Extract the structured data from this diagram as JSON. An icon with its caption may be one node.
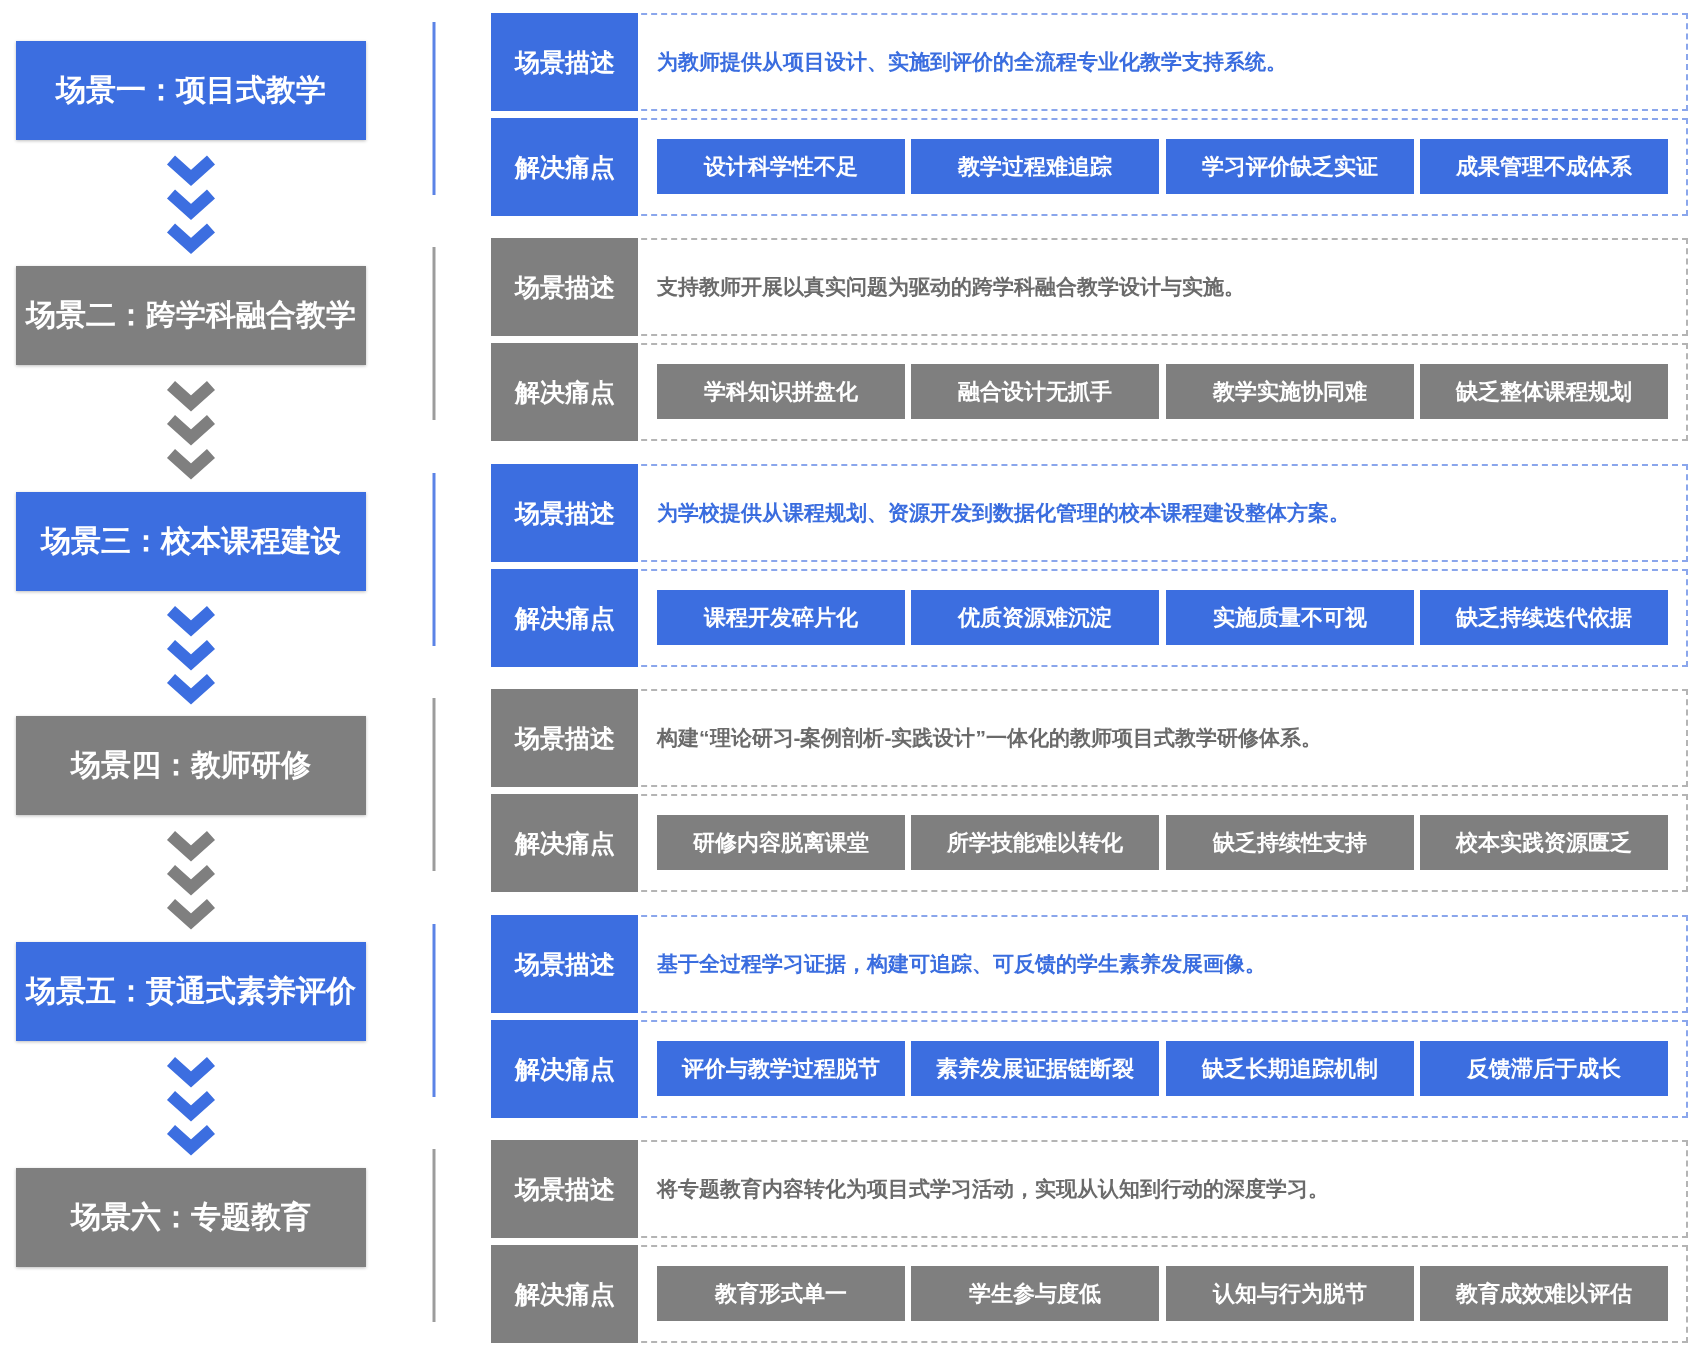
{
  "diagram": {
    "nodes": [
      {
        "text": [
          "场景一：项目式教学"
        ]
      },
      {
        "text": [
          "场景二：跨学科融合教学"
        ]
      },
      {
        "text": [
          "场景三：校本课程建设"
        ]
      },
      {
        "text": [
          "场景四：教师研修"
        ]
      },
      {
        "text": [
          "场景五：贯通式素养评价"
        ]
      },
      {
        "text": [
          "场景六：专题教育"
        ]
      },
      {
        "text": [
          "场景描述",
          "为教师提供从项目设计、实施到评价的全流程专业化教学支持系统。"
        ]
      },
      {
        "text": [
          "解决痛点"
        ]
      },
      {
        "text": [
          "设计科学性不足"
        ],
        "in": 7
      },
      {
        "text": [
          "教学过程难追踪"
        ],
        "in": 7
      },
      {
        "text": [
          "学习评价缺乏实证"
        ],
        "in": 7
      },
      {
        "text": [
          "成果管理不成体系"
        ],
        "in": 7
      },
      {
        "text": [
          "场景描述",
          "支持教师开展以真实问题为驱动的跨学科融合教学设计与实施。"
        ]
      },
      {
        "text": [
          "解决痛点"
        ]
      },
      {
        "text": [
          "学科知识拼盘化"
        ],
        "in": 13
      },
      {
        "text": [
          "融合设计无抓手"
        ],
        "in": 13
      },
      {
        "text": [
          "教学实施协同难"
        ],
        "in": 13
      },
      {
        "text": [
          "缺乏整体课程规划"
        ],
        "in": 13
      },
      {
        "text": [
          "场景描述",
          "为学校提供从课程规划、资源开发到数据化管理的校本课程建设整体方案。"
        ]
      },
      {
        "text": [
          "解决痛点"
        ]
      },
      {
        "text": [
          "课程开发碎片化"
        ],
        "in": 19
      },
      {
        "text": [
          "优质资源难沉淀"
        ],
        "in": 19
      },
      {
        "text": [
          "实施质量不可视"
        ],
        "in": 19
      },
      {
        "text": [
          "缺乏持续迭代依据"
        ],
        "in": 19
      },
      {
        "text": [
          "场景描述",
          "构建“理论研习-案例剖析-实践设计”一体化的教师项目式教学研修体系。"
        ]
      },
      {
        "text": [
          "解决痛点"
        ]
      },
      {
        "text": [
          "研修内容脱离课堂"
        ],
        "in": 25
      },
      {
        "text": [
          "所学技能难以转化"
        ],
        "in": 25
      },
      {
        "text": [
          "缺乏持续性支持"
        ],
        "in": 25
      },
      {
        "text": [
          "校本实践资源匮乏"
        ],
        "in": 25
      },
      {
        "text": [
          "场景描述",
          "基于全过程学习证据，构建可追踪、可反馈的学生素养发展画像。"
        ]
      },
      {
        "text": [
          "解决痛点"
        ]
      },
      {
        "text": [
          "评价与教学过程脱节"
        ],
        "in": 31
      },
      {
        "text": [
          "素养发展证据链断裂"
        ],
        "in": 31
      },
      {
        "text": [
          "缺乏长期追踪机制"
        ],
        "in": 31
      },
      {
        "text": [
          "反馈滞后于成长"
        ],
        "in": 31
      },
      {
        "text": [
          "场景描述",
          "将专题教育内容转化为项目式学习活动，实现从认知到行动的深度学习。"
        ]
      },
      {
        "text": [
          "解决痛点"
        ]
      },
      {
        "text": [
          "教育形式单一"
        ],
        "in": 37
      },
      {
        "text": [
          "学生参与度低"
        ],
        "in": 37
      },
      {
        "text": [
          "认知与行为脱节"
        ],
        "in": 37
      },
      {
        "text": [
          "教育成效难以评估"
        ],
        "in": 37
      }
    ],
    "edges": [
      {
        "from": 0,
        "to": 1,
        "arrow": "to"
      },
      {
        "from": 1,
        "to": 2,
        "arrow": "to",
        "color": "#7f7f7f"
      },
      {
        "from": 2,
        "to": 3,
        "arrow": "to"
      },
      {
        "from": 3,
        "to": 4,
        "arrow": "to",
        "color": "#7f7f7f"
      },
      {
        "from": 4,
        "to": 5,
        "arrow": "to"
      }
    ]
  }
}
